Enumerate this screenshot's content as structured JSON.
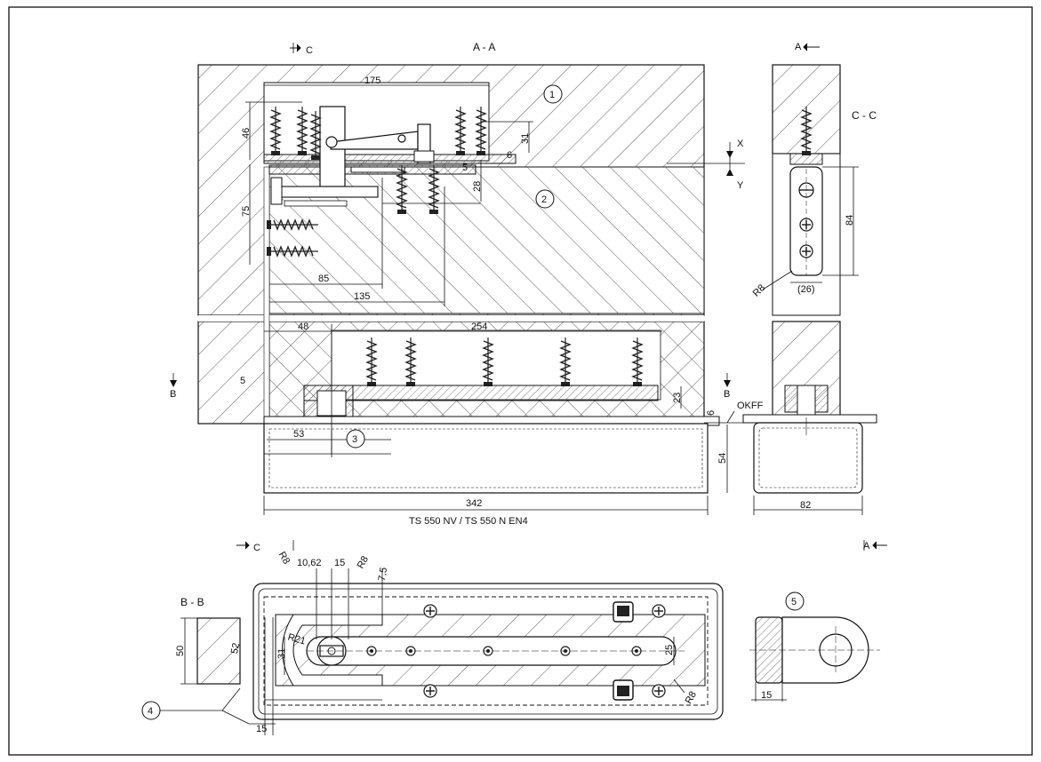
{
  "sections": {
    "aa": "A - A",
    "cc": "C - C",
    "bb": "B - B",
    "a_left": "A",
    "a_right": "A",
    "c_top": "C",
    "c_bottom": "C",
    "b_left": "B",
    "b_right": "B",
    "x": "X",
    "y": "Y",
    "okff": "OKFF"
  },
  "callouts": [
    "1",
    "2",
    "3",
    "4",
    "5"
  ],
  "model_label": "TS 550 NV / TS 550 N EN4",
  "dims": {
    "d175": "175",
    "d46": "46",
    "d31": "31",
    "d6a": "6",
    "d5a": "5",
    "d28": "28",
    "d75": "75",
    "d85": "85",
    "d135": "135",
    "d48": "48",
    "d254": "254",
    "d5b": "5",
    "d23": "23",
    "d6b": "6",
    "d53": "53",
    "d54": "54",
    "d342": "342",
    "d84": "84",
    "r8a": "R8",
    "d26": "(26)",
    "d82": "82",
    "r8b": "R8",
    "d1062": "10,62",
    "d15a": "15",
    "r8c": "R8",
    "d75b": "7,5",
    "d50": "50",
    "d52": "52",
    "r21": "R21",
    "d31b": "31",
    "d25": "25",
    "r8d": "R8",
    "d15b": "15",
    "d15c": "15"
  }
}
